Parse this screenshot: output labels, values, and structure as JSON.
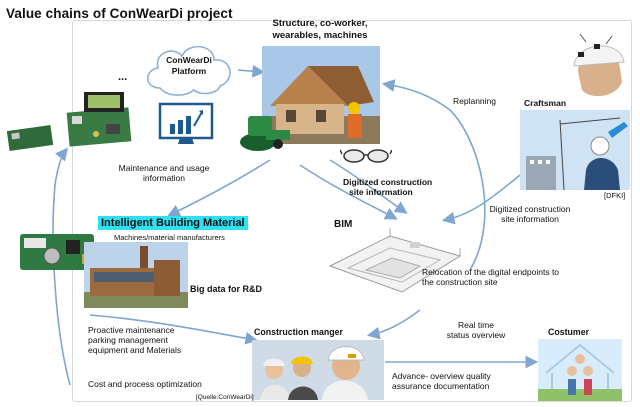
{
  "title": "Value chains of ConWearDi project",
  "cloud": {
    "line1": "ConWearDi",
    "line2": "Platform"
  },
  "ellipsis": "...",
  "structure_label": {
    "line1": "Structure, co-worker,",
    "line2": "wearables, machines"
  },
  "replanning": "Replanning",
  "craftsman": "Craftsman",
  "dfki": "[DFKI]",
  "maintenance_usage": {
    "line1": "Maintenance and usage",
    "line2": "information"
  },
  "digitized_site_info": {
    "line1": "Digitized construction",
    "line2": "site information"
  },
  "digitized_site_info_right": {
    "line1": "Digitized construction",
    "line2": "site information"
  },
  "ibm": "Intelligent Building Material",
  "manufacturers": "Machines/material manufacturers",
  "bim": "BIM",
  "big_data": "Big data for R&D",
  "relocation": {
    "line1": "Relocation of the digital endpoints to",
    "line2": "the construction site"
  },
  "proactive": {
    "line1": "Proactive maintenance",
    "line2": "parking management",
    "line3": "equipment and Materials"
  },
  "real_time": {
    "line1": "Real time",
    "line2": "status overview"
  },
  "construction_manager": "Construction manger",
  "customer": "Costumer",
  "cost_optimization": "Cost and process optimization",
  "source": "[Quelle:ConWearDi]",
  "advance": {
    "line1": "Advance- overview quality",
    "line2": "assurance documentation"
  },
  "colors": {
    "arrow": "#7fa6d1",
    "ibm_highlight": "#2ee0f0",
    "frame": "#d8d8d8"
  }
}
